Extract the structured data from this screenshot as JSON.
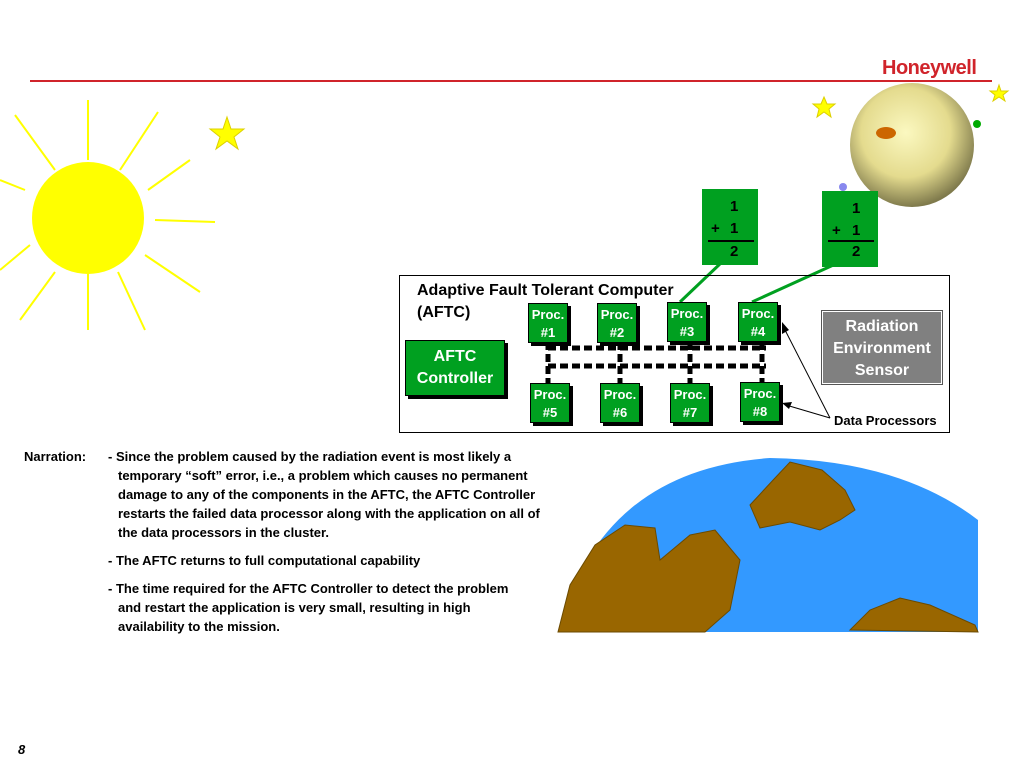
{
  "brand": {
    "logo_text": "Honeywell",
    "color": "#d0242b"
  },
  "colors": {
    "processor_green": "#00a020",
    "sensor_gray": "#808080",
    "sun_yellow": "#ffff00",
    "ocean_blue": "#3399ff",
    "land_brown": "#996600"
  },
  "diagram": {
    "title_line1": "Adaptive Fault Tolerant Computer",
    "title_line2": "(AFTC)",
    "controller": {
      "line1": "AFTC",
      "line2": "Controller"
    },
    "sensor": {
      "line1": "Radiation",
      "line2": "Environment",
      "line3": "Sensor"
    },
    "processors": [
      {
        "label": "Proc.",
        "num": "#1"
      },
      {
        "label": "Proc.",
        "num": "#2"
      },
      {
        "label": "Proc.",
        "num": "#3"
      },
      {
        "label": "Proc.",
        "num": "#4"
      },
      {
        "label": "Proc.",
        "num": "#5"
      },
      {
        "label": "Proc.",
        "num": "#6"
      },
      {
        "label": "Proc.",
        "num": "#7"
      },
      {
        "label": "Proc.",
        "num": "#8"
      }
    ],
    "callouts": [
      {
        "a": "1",
        "op": "+",
        "b": "1",
        "result": "2"
      },
      {
        "a": "1",
        "op": "+",
        "b": "1",
        "result": "2"
      }
    ],
    "data_processors_label": "Data Processors"
  },
  "narration": {
    "label": "Narration:",
    "bullets": [
      {
        "lines": [
          "- Since the problem caused by the radiation event is most likely a",
          "temporary “soft” error, i.e., a problem which causes no permanent",
          "damage to any of the components in the AFTC, the AFTC Controller",
          "restarts the failed data processor along with the application on all of",
          "the data processors in the cluster."
        ]
      },
      {
        "lines": [
          "- The AFTC returns to full computational capability"
        ]
      },
      {
        "lines": [
          "- The time required for the AFTC Controller to detect the problem",
          "and restart the application is very small, resulting in high",
          "availability to the mission."
        ]
      }
    ]
  },
  "page_number": "8"
}
